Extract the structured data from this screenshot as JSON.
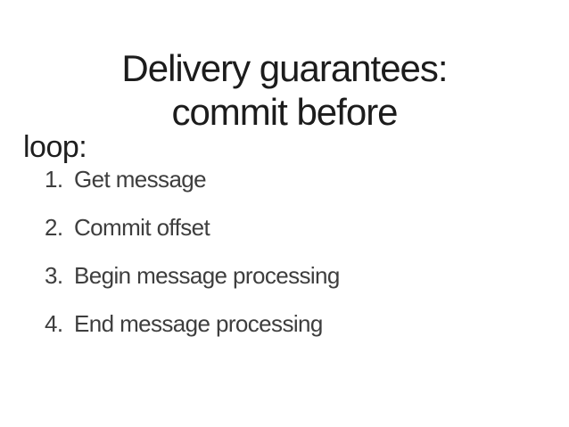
{
  "slide": {
    "background_color": "#ffffff",
    "title": {
      "line1": "Delivery guarantees:",
      "line2": "commit before",
      "color": "#1c1c1c"
    },
    "body": {
      "loop_label": "loop:",
      "loop_label_color": "#1e1e1e",
      "list_color": "#3e3e3e",
      "list": [
        {
          "number": "1.",
          "text": "Get message"
        },
        {
          "number": "2.",
          "text": "Commit offset"
        },
        {
          "number": "3.",
          "text": "Begin message processing"
        },
        {
          "number": "4.",
          "text": "End message processing"
        }
      ]
    }
  }
}
